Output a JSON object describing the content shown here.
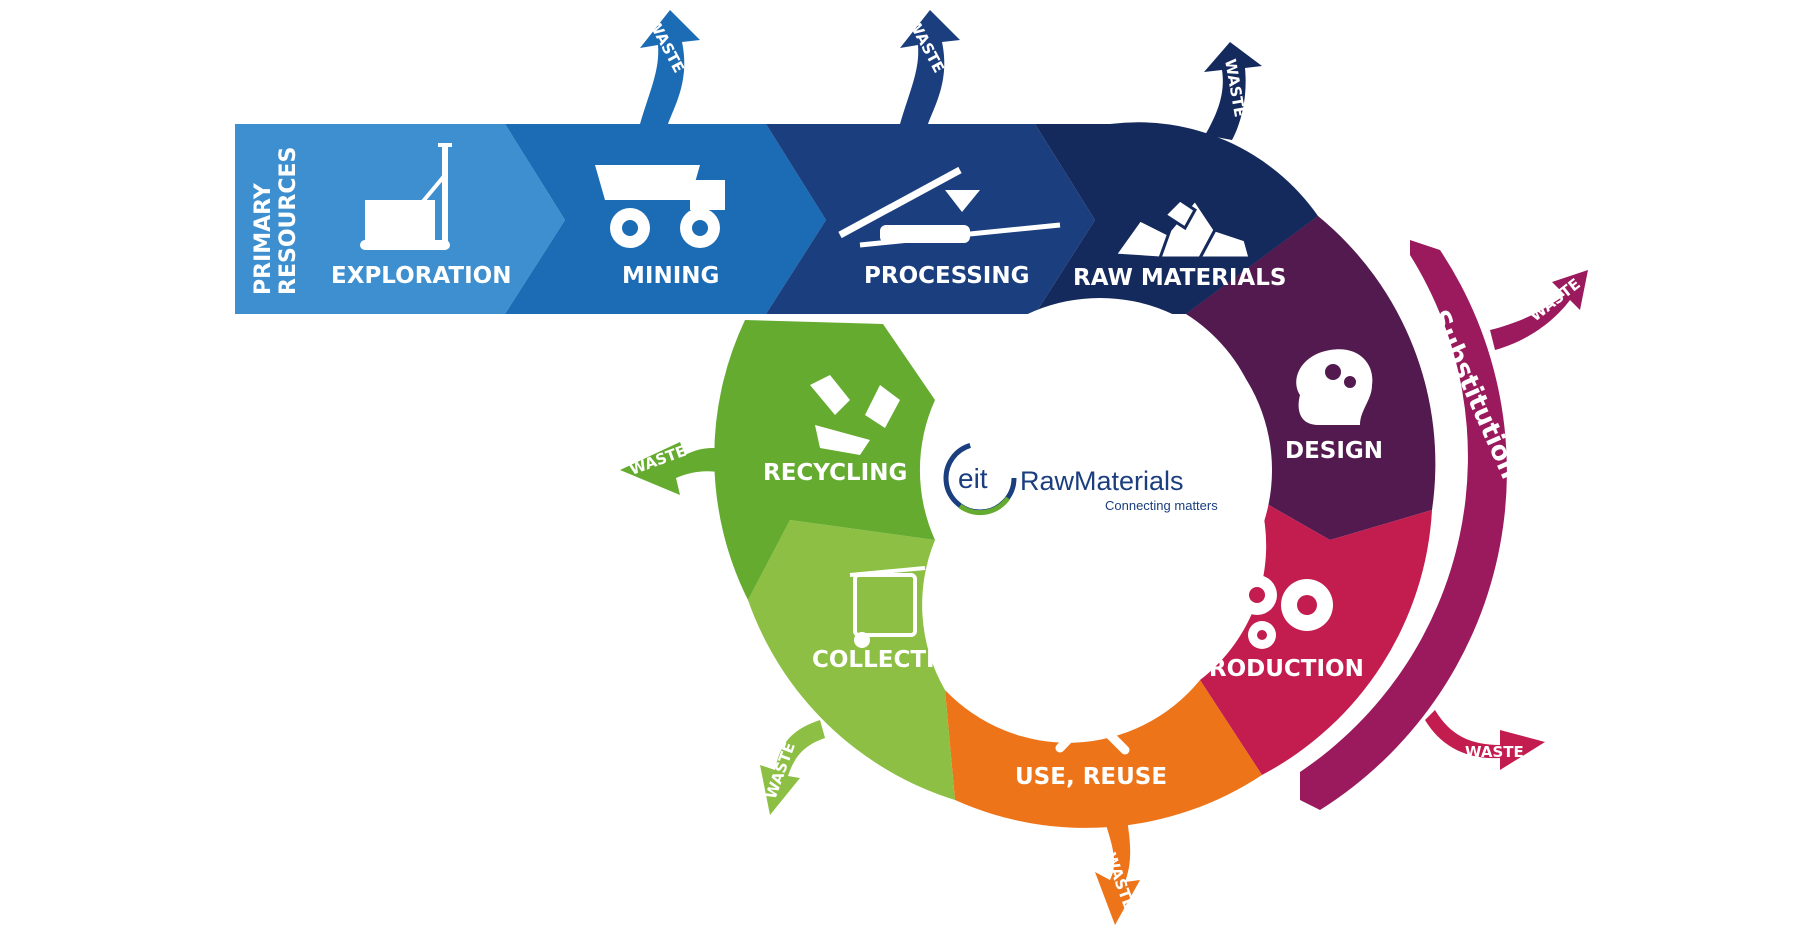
{
  "header": {
    "primary_resources_line1": "PRIMARY",
    "primary_resources_line2": "RESOURCES"
  },
  "stages": {
    "exploration": "EXPLORATION",
    "mining": "MINING",
    "processing": "PROCESSING",
    "raw_materials": "RAW MATERIALS",
    "design": "DESIGN",
    "production": "PRODUCTION",
    "use_reuse": "USE, REUSE",
    "collection": "COLLECTION",
    "recycling": "RECYCLING"
  },
  "waste_label": "WASTE",
  "substitution_label": "Substitution of Raw Materials",
  "logo": {
    "mark": "eit",
    "name": "RawMaterials",
    "tagline": "Connecting matters"
  },
  "colors": {
    "exploration": "#3d8fcf",
    "mining": "#1b6cb5",
    "processing": "#1a3e7e",
    "raw_materials": "#152a5c",
    "design": "#521a4f",
    "production": "#c31c4f",
    "substitution": "#9b1a5e",
    "use_reuse": "#ed7418",
    "collection": "#8cbf43",
    "recycling": "#64ab2f"
  },
  "icons": [
    "drill-rig-icon",
    "dump-truck-icon",
    "conveyor-icon",
    "rocks-icon",
    "head-gears-icon",
    "gears-icon",
    "tools-icon",
    "recycle-bin-icon",
    "recycle-icon"
  ]
}
